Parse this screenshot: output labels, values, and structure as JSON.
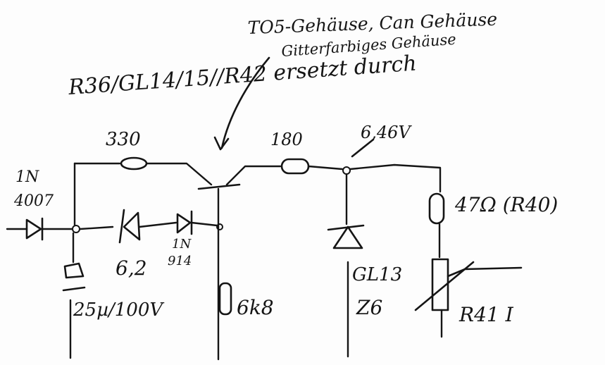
{
  "notes": {
    "line1": "TO5-Gehäuse, Can Gehäuse",
    "line2": "Gitterfarbiges Gehäuse",
    "line3": "R36/GL14/15//R42 ersetzt durch"
  },
  "labels": {
    "r_330": "330",
    "r_180": "180",
    "voltage": "6,46V",
    "r_47": "47Ω (R40)",
    "diode_1n4007_a": "1N",
    "diode_1n4007_b": "4007",
    "zener_62": "6,2",
    "diode_1n914_a": "1N",
    "diode_1n914_b": "914",
    "cap": "25µ/100V",
    "r_6k8": "6k8",
    "gl13": "GL13",
    "z6": "Z6",
    "r41": "R41 I"
  },
  "colors": {
    "ink": "#151515",
    "paper": "#fdfdfd"
  }
}
